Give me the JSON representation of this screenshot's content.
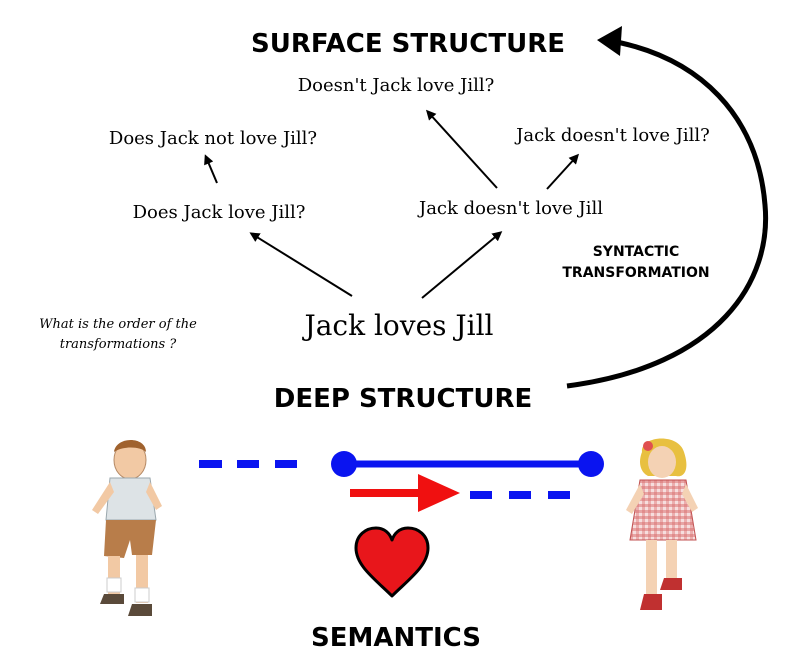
{
  "headings": {
    "surface": "SURFACE STRUCTURE",
    "deep": "DEEP STRUCTURE",
    "semantics": "SEMANTICS"
  },
  "sentences": {
    "negated_question": "Doesn't Jack love Jill?",
    "question_not": "Does Jack not love Jill?",
    "negated_rising": "Jack doesn't love Jill?",
    "question": "Does Jack love Jill?",
    "negation": "Jack doesn't love Jill",
    "kernel": "Jack loves Jill"
  },
  "transformation_label": {
    "line1": "SYNTACTIC",
    "line2": "TRANSFORMATION"
  },
  "note": {
    "line1": "What is the order of the",
    "line2": "transformations ?"
  },
  "colors": {
    "ink": "#000000",
    "blue": "#0a14f0",
    "red": "#f01010",
    "heart": "#e8161b"
  },
  "icons": {
    "boy": "running-boy-illustration",
    "girl": "running-girl-illustration",
    "heart": "heart-icon"
  }
}
